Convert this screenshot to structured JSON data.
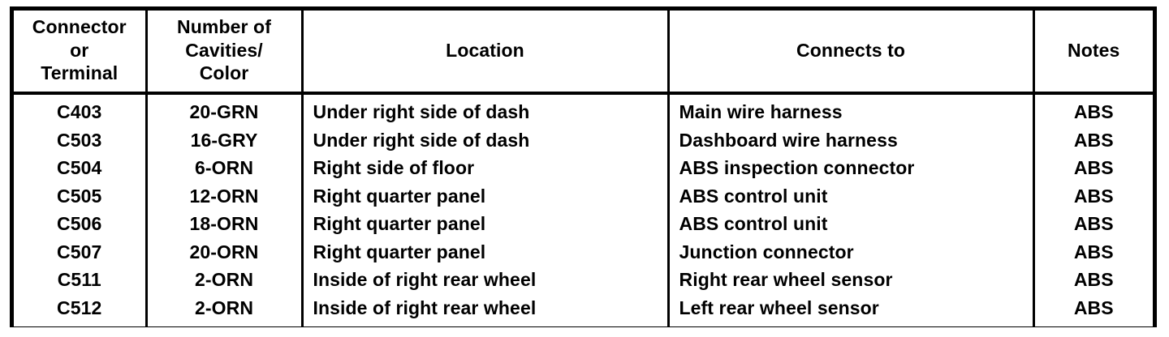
{
  "table": {
    "headers": [
      {
        "id": "connector-or-terminal",
        "lines": [
          "Connector",
          "or",
          "Terminal"
        ]
      },
      {
        "id": "number-of-cavities-color",
        "lines": [
          "Number of",
          "Cavities/",
          "Color"
        ]
      },
      {
        "id": "location",
        "lines": [
          "Location"
        ]
      },
      {
        "id": "connects-to",
        "lines": [
          "Connects to"
        ]
      },
      {
        "id": "notes",
        "lines": [
          "Notes"
        ]
      }
    ],
    "rows": [
      {
        "connector": "C403",
        "cavities_color": "20-GRN",
        "location": "Under right side of dash",
        "connects_to": "Main wire harness",
        "notes": "ABS"
      },
      {
        "connector": "C503",
        "cavities_color": "16-GRY",
        "location": "Under right side of dash",
        "connects_to": "Dashboard wire harness",
        "notes": "ABS"
      },
      {
        "connector": "C504",
        "cavities_color": "6-ORN",
        "location": "Right side of floor",
        "connects_to": "ABS inspection connector",
        "notes": "ABS"
      },
      {
        "connector": "C505",
        "cavities_color": "12-ORN",
        "location": "Right quarter panel",
        "connects_to": "ABS control unit",
        "notes": "ABS"
      },
      {
        "connector": "C506",
        "cavities_color": "18-ORN",
        "location": "Right quarter panel",
        "connects_to": "ABS control unit",
        "notes": "ABS"
      },
      {
        "connector": "C507",
        "cavities_color": "20-ORN",
        "location": "Right quarter panel",
        "connects_to": "Junction connector",
        "notes": "ABS"
      },
      {
        "connector": "C511",
        "cavities_color": "2-ORN",
        "location": "Inside of right rear wheel",
        "connects_to": "Right rear wheel sensor",
        "notes": "ABS"
      },
      {
        "connector": "C512",
        "cavities_color": "2-ORN",
        "location": "Inside of right rear wheel",
        "connects_to": "Left rear wheel sensor",
        "notes": "ABS"
      }
    ]
  },
  "colors": {
    "ink": "#000000",
    "paper": "#ffffff"
  }
}
